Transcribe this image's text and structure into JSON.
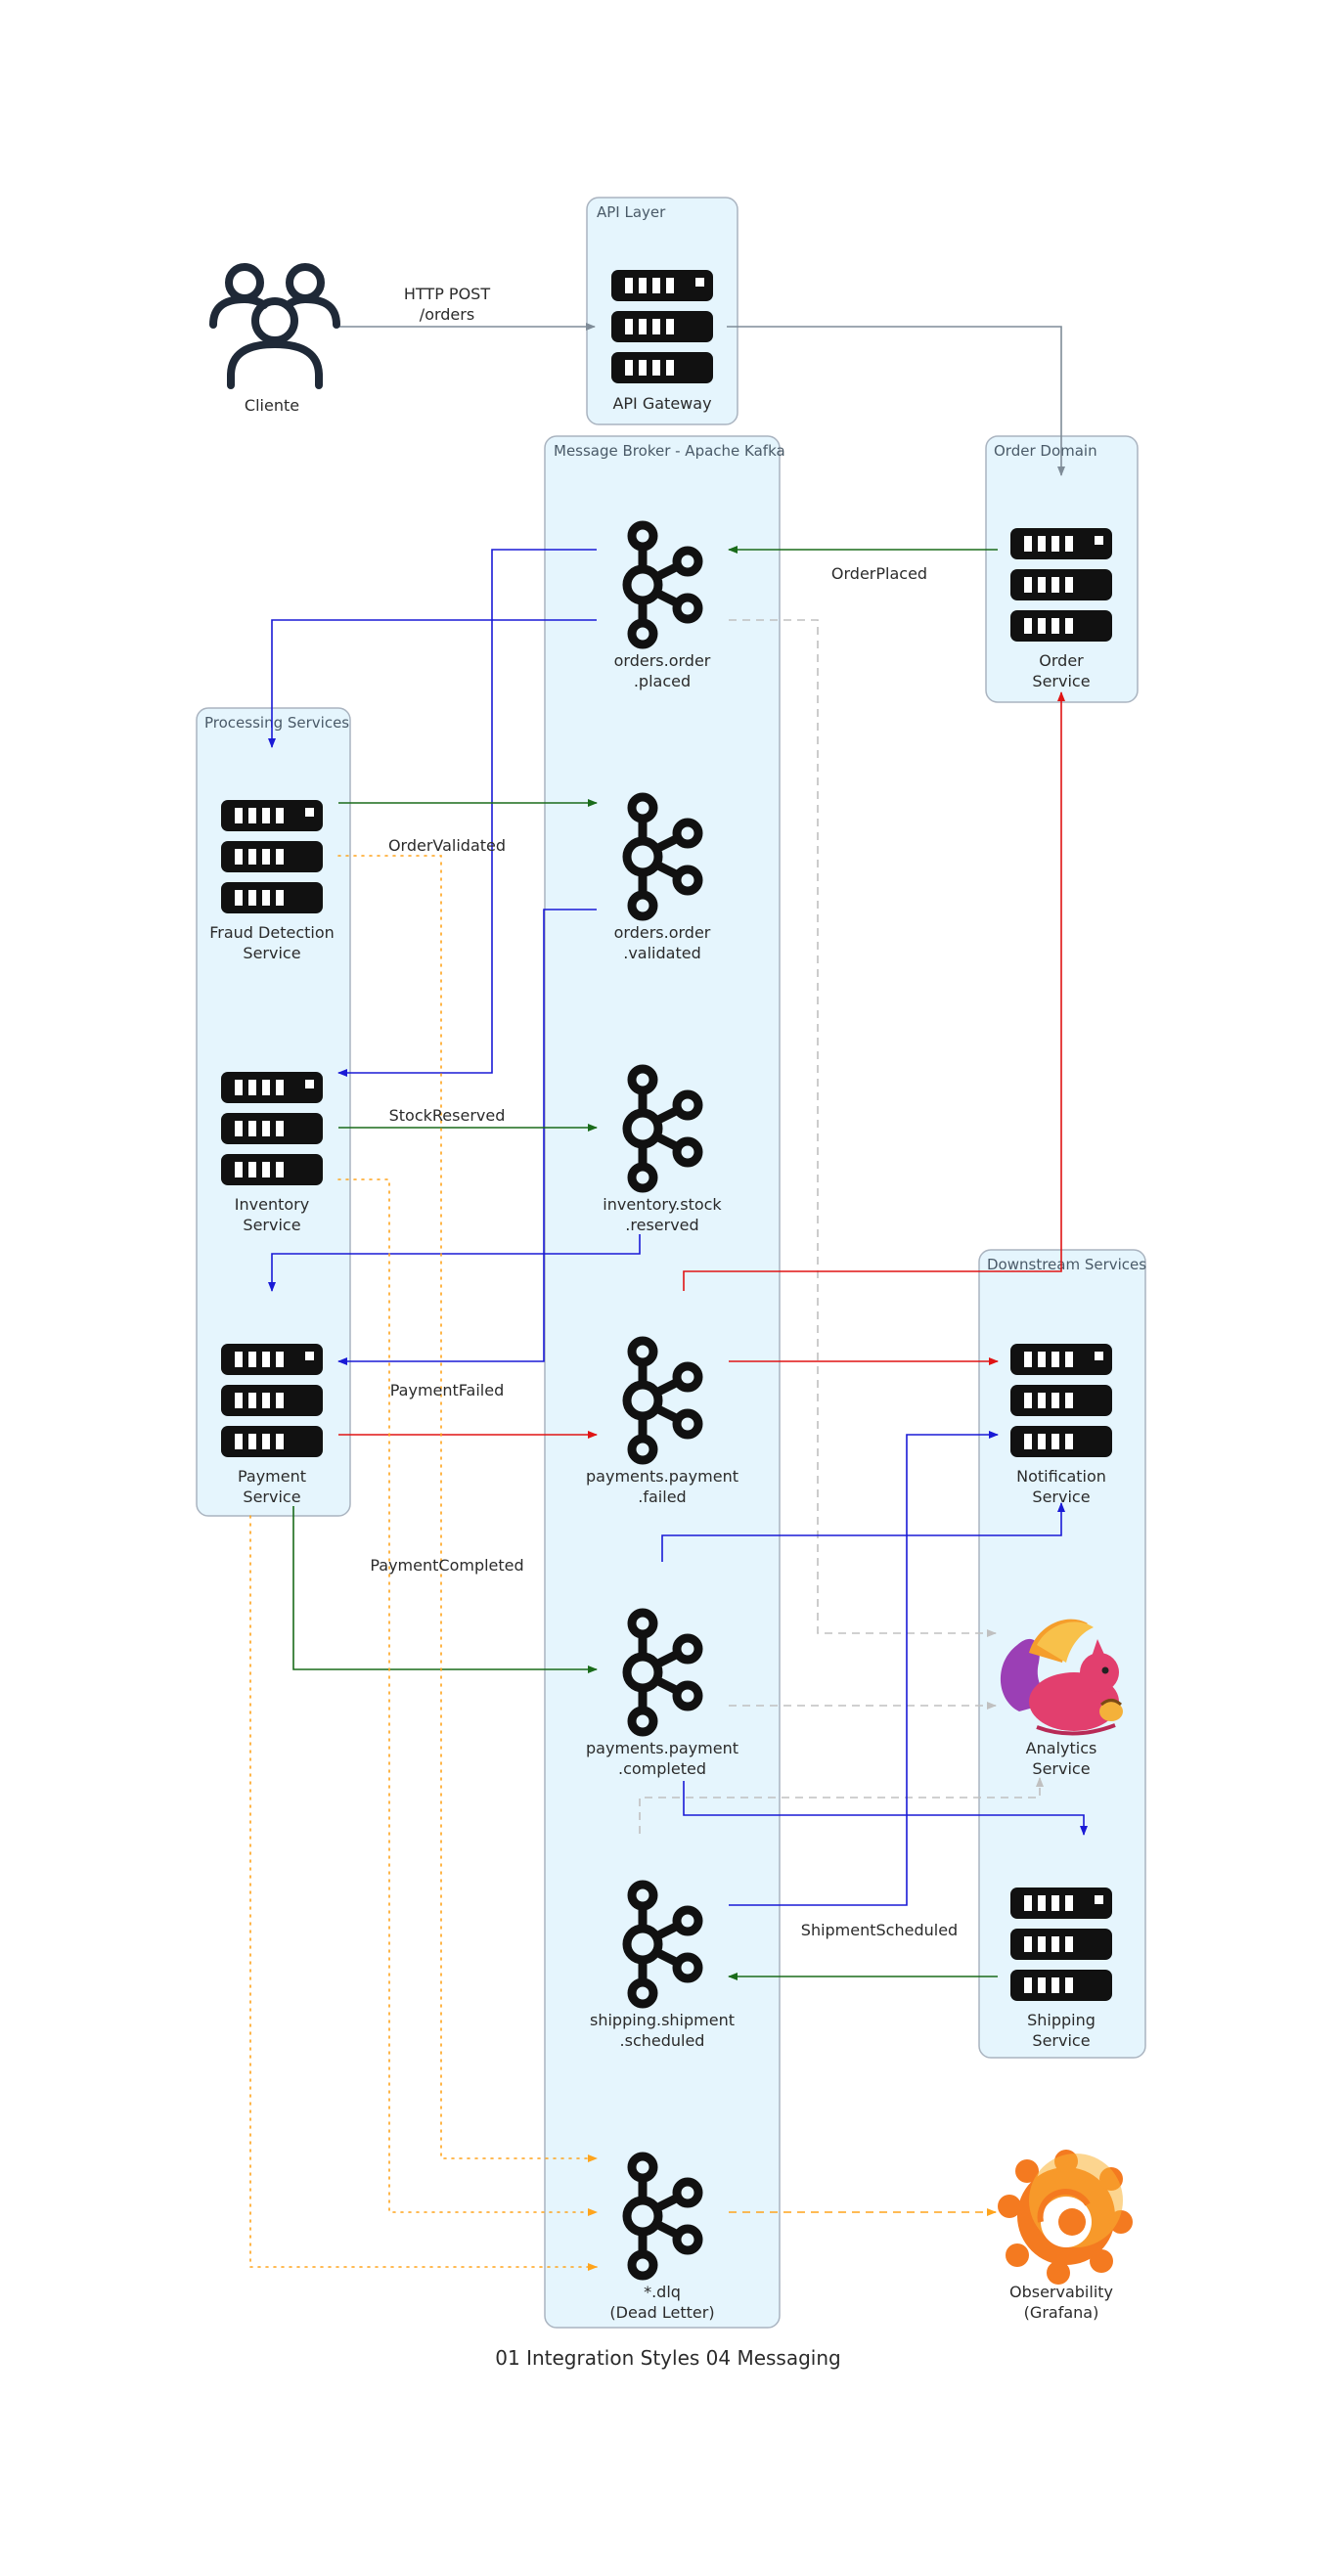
{
  "title": "01 Integration Styles 04 Messaging",
  "clusters": {
    "api": "API Layer",
    "broker": "Message Broker - Apache Kafka",
    "order": "Order Domain",
    "processing": "Processing Services",
    "downstream": "Downstream Services"
  },
  "nodes": {
    "cliente": "Cliente",
    "gateway": "API Gateway",
    "order_service": [
      "Order",
      "Service"
    ],
    "fraud": [
      "Fraud Detection",
      "Service"
    ],
    "inventory": [
      "Inventory",
      "Service"
    ],
    "payment": [
      "Payment",
      "Service"
    ],
    "notification": [
      "Notification",
      "Service"
    ],
    "analytics": [
      "Analytics",
      "Service"
    ],
    "shipping": [
      "Shipping",
      "Service"
    ],
    "observability": [
      "Observability",
      "(Grafana)"
    ],
    "t_placed": [
      "orders.order",
      ".placed"
    ],
    "t_validated": [
      "orders.order",
      ".validated"
    ],
    "t_reserved": [
      "inventory.stock",
      ".reserved"
    ],
    "t_failed": [
      "payments.payment",
      ".failed"
    ],
    "t_completed": [
      "payments.payment",
      ".completed"
    ],
    "t_scheduled": [
      "shipping.shipment",
      ".scheduled"
    ],
    "t_dlq": [
      "*.dlq",
      "(Dead Letter)"
    ]
  },
  "edges": {
    "http": [
      "HTTP POST",
      "/orders"
    ],
    "order_placed": "OrderPlaced",
    "order_validated": "OrderValidated",
    "stock_reserved": "StockReserved",
    "payment_failed": "PaymentFailed",
    "payment_completed": "PaymentCompleted",
    "shipment_scheduled": "ShipmentScheduled"
  },
  "colors": {
    "cluster_fill": "#e5f5fd",
    "gray": "#7f8c98",
    "green": "#1a6b1a",
    "blue": "#1a1ad6",
    "red": "#e01414",
    "light_gray": "#c0c0c0",
    "orange": "#ffa41c"
  },
  "icons": {
    "cliente": "users-icon",
    "servers": "server-rack-icon",
    "topics": "kafka-icon",
    "analytics": "flink-squirrel-icon",
    "observability": "grafana-icon"
  }
}
